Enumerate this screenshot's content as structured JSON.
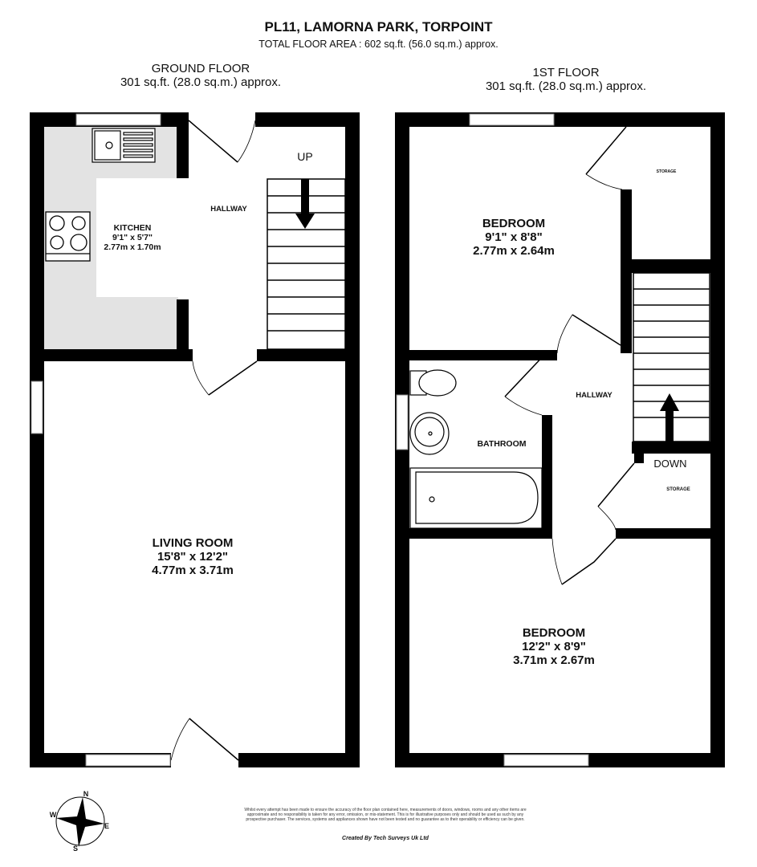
{
  "header": {
    "title": "PL11, LAMORNA PARK, TORPOINT",
    "total_area": "TOTAL FLOOR AREA : 602 sq.ft. (56.0 sq.m.) approx."
  },
  "ground_floor": {
    "name": "GROUND FLOOR",
    "area": "301 sq.ft. (28.0 sq.m.) approx.",
    "kitchen": {
      "name": "KITCHEN",
      "imperial": "9'1\"  x 5'7\"",
      "metric": "2.77m  x 1.70m"
    },
    "hallway": "HALLWAY",
    "stairs": "UP",
    "living": {
      "name": "LIVING ROOM",
      "imperial": "15'8\"  x 12'2\"",
      "metric": "4.77m  x 3.71m"
    }
  },
  "first_floor": {
    "name": "1ST FLOOR",
    "area": "301 sq.ft. (28.0 sq.m.) approx.",
    "bedroom1": {
      "name": "BEDROOM",
      "imperial": "9'1\"  x 8'8\"",
      "metric": "2.77m  x 2.64m"
    },
    "bedroom2": {
      "name": "BEDROOM",
      "imperial": "12'2\"  x 8'9\"",
      "metric": "3.71m  x 2.67m"
    },
    "storage1": "STORAGE",
    "storage2": "STORAGE",
    "bathroom": "BATHROOM",
    "hallway": "HALLWAY",
    "stairs": "DOWN"
  },
  "compass": {
    "n": "N",
    "e": "E",
    "s": "S",
    "w": "W"
  },
  "footer": {
    "disclaimer": "Whilst every attempt has been made to ensure the accuracy of the floor plan contained here, measurements of doors, windows, rooms and any other items are approximate and no responsibility is taken for any error, omission, or mis-statement. This is for illustrative purposes only and should be used as such by any prospective purchaser. The services, systems and appliances shown have not been tested and no guarantee as to their operability or efficiency can be given.",
    "credit": "Created By Tech Surveys Uk Ltd"
  }
}
